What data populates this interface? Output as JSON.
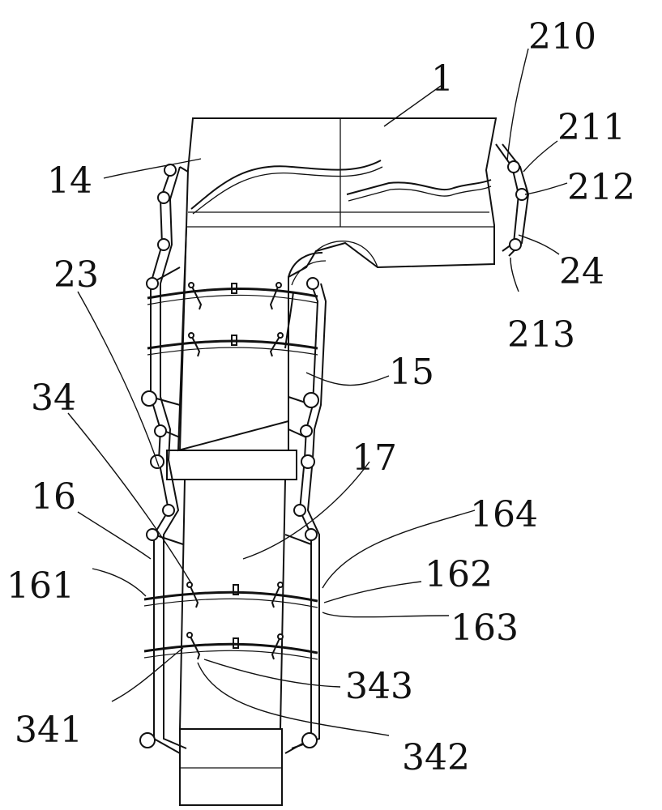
{
  "figure": {
    "labels": [
      {
        "id": "1",
        "text": "1"
      },
      {
        "id": "210",
        "text": "210"
      },
      {
        "id": "211",
        "text": "211"
      },
      {
        "id": "212",
        "text": "212"
      },
      {
        "id": "14",
        "text": "14"
      },
      {
        "id": "24",
        "text": "24"
      },
      {
        "id": "23",
        "text": "23"
      },
      {
        "id": "213",
        "text": "213"
      },
      {
        "id": "15",
        "text": "15"
      },
      {
        "id": "34",
        "text": "34"
      },
      {
        "id": "17",
        "text": "17"
      },
      {
        "id": "16",
        "text": "16"
      },
      {
        "id": "164",
        "text": "164"
      },
      {
        "id": "161",
        "text": "161"
      },
      {
        "id": "162",
        "text": "162"
      },
      {
        "id": "163",
        "text": "163"
      },
      {
        "id": "343",
        "text": "343"
      },
      {
        "id": "341",
        "text": "341"
      },
      {
        "id": "342",
        "text": "342"
      }
    ]
  }
}
